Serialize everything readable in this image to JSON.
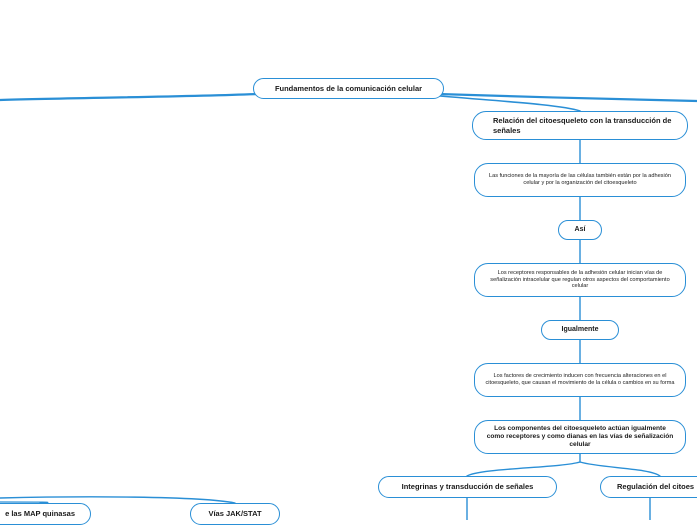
{
  "colors": {
    "connector": "#2a8fd6",
    "node_border": "#2a8fd6",
    "node_fill": "#ffffff",
    "text": "#1a1a1a",
    "background": "#ffffff"
  },
  "map": {
    "root": "Fundamentos de la comunicación celular",
    "relacion": "Relación del citoesqueleto con la transducción de señales",
    "funciones": "Las funciones de la mayoría de las células también están por la adhesión celular y por la organización del citoesqueleto",
    "asi": "Así",
    "receptores": "Los receptores responsables de la adhesión celular inician vías de señalización intracelular que regulan otros aspectos del comportamiento celular",
    "igualmente": "Igualmente",
    "factores": "Los factores de crecimiento inducen con frecuencia alteraciones en el citoesqueleto, que causan el movimiento de la célula o cambios en su forma",
    "componentes": "Los componentes del citoesqueleto actúan igualmente como receptores y como dianas en las vías de señalización celular",
    "integrinas": "Integrinas y transducción de señales",
    "regulacion": "Regulación del citoes",
    "map_quinasas": "e las MAP quinasas",
    "jak_stat": "Vías JAK/STAT"
  }
}
